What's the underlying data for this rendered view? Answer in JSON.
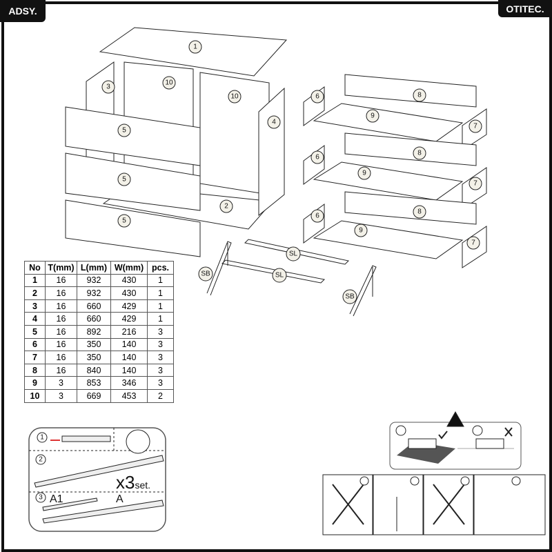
{
  "header": {
    "left_brand": "ADSY.",
    "right_brand": "OTITEC."
  },
  "parts_table": {
    "columns": [
      "No",
      "T(mm)",
      "L(mm)",
      "W(mm)",
      "pcs."
    ],
    "rows": [
      [
        "1",
        "16",
        "932",
        "430",
        "1"
      ],
      [
        "2",
        "16",
        "932",
        "430",
        "1"
      ],
      [
        "3",
        "16",
        "660",
        "429",
        "1"
      ],
      [
        "4",
        "16",
        "660",
        "429",
        "1"
      ],
      [
        "5",
        "16",
        "892",
        "216",
        "3"
      ],
      [
        "6",
        "16",
        "350",
        "140",
        "3"
      ],
      [
        "7",
        "16",
        "350",
        "140",
        "3"
      ],
      [
        "8",
        "16",
        "840",
        "140",
        "3"
      ],
      [
        "9",
        "3",
        "853",
        "346",
        "3"
      ],
      [
        "10",
        "3",
        "669",
        "453",
        "2"
      ]
    ]
  },
  "part_labels": {
    "p1": "1",
    "p2": "2",
    "p3": "3",
    "p4": "4",
    "p5": "5",
    "p6": "6",
    "p7": "7",
    "p8": "8",
    "p9": "9",
    "p10": "10",
    "sl": "SL",
    "sb": "SB"
  },
  "slide_instructions": {
    "step1": "1",
    "step2": "2",
    "step3": "3",
    "count": "x3",
    "count_suffix": "set.",
    "rail_a1": "A1",
    "rail_a": "A"
  }
}
